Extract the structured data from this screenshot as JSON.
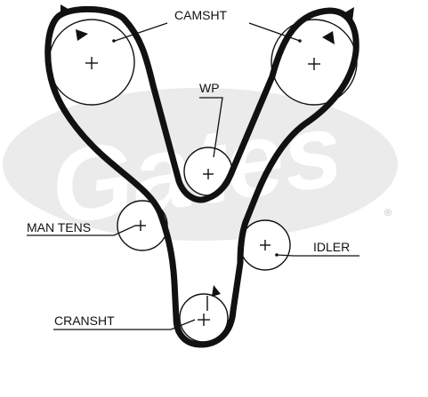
{
  "watermark": {
    "logo_text": "Gates",
    "registered_mark": "®"
  },
  "labels": {
    "camshaft": "CAMSHT",
    "water_pump": "WP",
    "manual_tensioner": "MAN TENS",
    "idler": "IDLER",
    "crankshaft": "CRANSHT"
  },
  "colors": {
    "line": "#111111",
    "watermark": "#ebebeb",
    "background": "#ffffff"
  }
}
